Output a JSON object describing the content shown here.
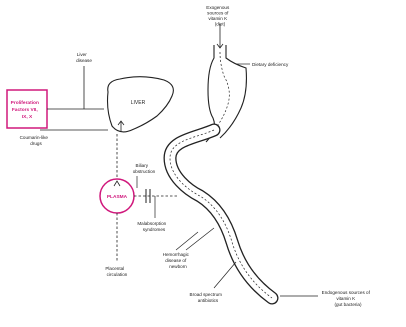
{
  "colors": {
    "accent": "#d0187c",
    "line": "#222222"
  },
  "boxes": {
    "factors": [
      "Proliferation",
      "Factors VII,",
      "IX, X"
    ]
  },
  "organs": {
    "liver": "LIVER",
    "plasma": "PLASMA"
  },
  "labels": {
    "exogenous_dietary": [
      "Exogenous",
      "sources of",
      "vitamin K",
      "(diet)"
    ],
    "dietary_deficiency": "Dietary deficiency",
    "liver_disease": [
      "Liver",
      "disease"
    ],
    "coumarin": [
      "Coumarin-like",
      "drugs"
    ],
    "biliary": [
      "Biliary",
      "obstruction"
    ],
    "malabsorption": [
      "Malabsorption",
      "syndromes"
    ],
    "hemorrhagic": [
      "Hemorrhagic",
      "disease of",
      "newborn"
    ],
    "placental": [
      "Placental",
      "circulation"
    ],
    "broad_spectrum": [
      "Broad spectrum",
      "antibiotics"
    ],
    "endogenous": [
      "Endogenous sources of",
      "vitamin K",
      "(gut bacteria)"
    ]
  }
}
